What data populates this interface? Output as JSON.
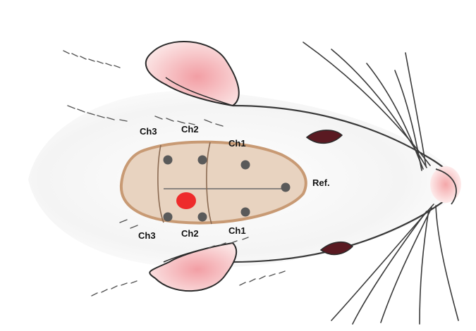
{
  "labels": {
    "ch3_top": "Ch3",
    "ch2_top": "Ch2",
    "ch1_top": "Ch1",
    "ref": "Ref.",
    "ch3_bottom": "Ch3",
    "ch2_bottom": "Ch2",
    "ch1_bottom": "Ch1"
  },
  "colors": {
    "skull_fill": "#e8d3c0",
    "skull_outline": "#c89a74",
    "electrode": "#5a5a5a",
    "target_spot": "#ee2b2b",
    "ear_pink": "#f2b6b8",
    "sketch_line": "#2b2b2b"
  }
}
